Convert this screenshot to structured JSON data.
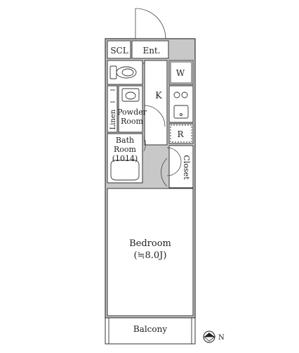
{
  "rooms": {
    "scl": "SCL",
    "entrance": "Ent.",
    "washer": "W",
    "kitchen": "K",
    "powder_room_line1": "Powder",
    "powder_room_line2": "Room",
    "linen": "Linen",
    "bath_room_line1": "Bath",
    "bath_room_line2": "Room",
    "bath_size": "(1014)",
    "refrigerator": "R",
    "closet": "Closet",
    "bedroom": "Bedroom",
    "bedroom_size": "(≒8.0J)",
    "balcony": "Balcony"
  },
  "compass": {
    "direction": "N"
  }
}
